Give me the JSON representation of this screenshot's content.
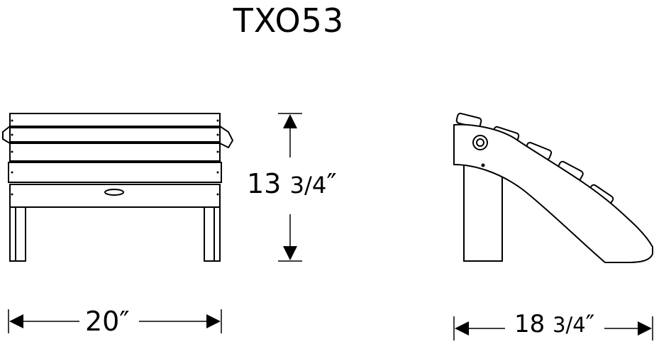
{
  "title": "TXO53",
  "dimensions": {
    "height": {
      "whole": "13",
      "fraction": "3/4",
      "unit": "″"
    },
    "width": {
      "whole": "20",
      "unit": "″"
    },
    "depth": {
      "whole": "18",
      "fraction": "3/4",
      "unit": "″"
    }
  }
}
